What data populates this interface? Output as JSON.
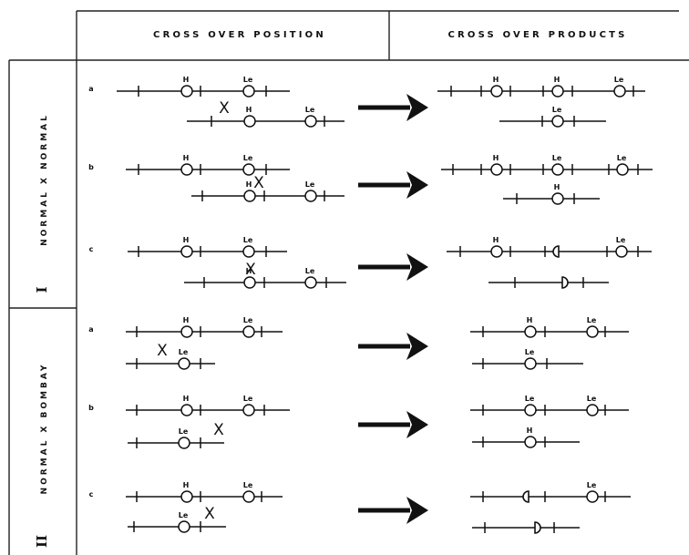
{
  "header": {
    "col1": "CROSS   OVER   POSITION",
    "col2": "CROSS   OVER   PRODUCTS"
  },
  "sections": [
    {
      "numeral": "I",
      "label": "NORMAL  X  NORMAL"
    },
    {
      "numeral": "II",
      "label": "NORMAL  X  BOMBAY"
    }
  ],
  "rows": [
    {
      "label": "a",
      "position": [
        {
          "loci": [
            {
              "text": "H",
              "shape": "circle"
            },
            {
              "text": "Le",
              "shape": "circle"
            }
          ]
        },
        {
          "cross": "X",
          "loci": [
            {
              "text": "H",
              "shape": "circle"
            },
            {
              "text": "Le",
              "shape": "circle"
            }
          ]
        }
      ],
      "products": [
        {
          "loci": [
            {
              "text": "H",
              "shape": "circle"
            },
            {
              "text": "H",
              "shape": "circle"
            },
            {
              "text": "Le",
              "shape": "circle"
            }
          ]
        },
        {
          "loci": [
            {
              "text": "Le",
              "shape": "circle"
            }
          ]
        }
      ]
    },
    {
      "label": "b",
      "position": [
        {
          "loci": [
            {
              "text": "H",
              "shape": "circle"
            },
            {
              "text": "Le",
              "shape": "circle"
            }
          ]
        },
        {
          "cross": "X",
          "loci": [
            {
              "text": "H",
              "shape": "circle"
            },
            {
              "text": "Le",
              "shape": "circle"
            }
          ]
        }
      ],
      "products": [
        {
          "loci": [
            {
              "text": "H",
              "shape": "circle"
            },
            {
              "text": "Le",
              "shape": "circle"
            },
            {
              "text": "Le",
              "shape": "circle"
            }
          ]
        },
        {
          "loci": [
            {
              "text": "H",
              "shape": "circle"
            }
          ]
        }
      ]
    },
    {
      "label": "c",
      "position": [
        {
          "loci": [
            {
              "text": "H",
              "shape": "circle"
            },
            {
              "text": "Le",
              "shape": "circle"
            }
          ]
        },
        {
          "cross": "X",
          "loci": [
            {
              "text": "H",
              "shape": "circle"
            },
            {
              "text": "Le",
              "shape": "circle"
            }
          ]
        }
      ],
      "products": [
        {
          "loci": [
            {
              "text": "H",
              "shape": "circle"
            },
            {
              "text": "",
              "shape": "half-left"
            },
            {
              "text": "Le",
              "shape": "circle"
            }
          ]
        },
        {
          "loci": [
            {
              "text": "",
              "shape": "half-right"
            }
          ]
        }
      ]
    },
    {
      "label": "a",
      "position": [
        {
          "loci": [
            {
              "text": "H",
              "shape": "circle"
            },
            {
              "text": "Le",
              "shape": "circle"
            }
          ]
        },
        {
          "cross": "X",
          "loci": [
            {
              "text": "Le",
              "shape": "circle"
            }
          ]
        }
      ],
      "products": [
        {
          "loci": [
            {
              "text": "H",
              "shape": "circle"
            },
            {
              "text": "Le",
              "shape": "circle"
            }
          ]
        },
        {
          "loci": [
            {
              "text": "Le",
              "shape": "circle"
            }
          ]
        }
      ]
    },
    {
      "label": "b",
      "position": [
        {
          "loci": [
            {
              "text": "H",
              "shape": "circle"
            },
            {
              "text": "Le",
              "shape": "circle"
            }
          ]
        },
        {
          "cross": "X",
          "loci": [
            {
              "text": "Le",
              "shape": "circle"
            }
          ]
        }
      ],
      "products": [
        {
          "loci": [
            {
              "text": "Le",
              "shape": "circle"
            },
            {
              "text": "Le",
              "shape": "circle"
            }
          ]
        },
        {
          "loci": [
            {
              "text": "H",
              "shape": "circle"
            }
          ]
        }
      ]
    },
    {
      "label": "c",
      "position": [
        {
          "loci": [
            {
              "text": "H",
              "shape": "circle"
            },
            {
              "text": "Le",
              "shape": "circle"
            }
          ]
        },
        {
          "cross": "X",
          "loci": [
            {
              "text": "Le",
              "shape": "circle"
            }
          ]
        }
      ],
      "products": [
        {
          "loci": [
            {
              "text": "",
              "shape": "half-left"
            },
            {
              "text": "Le",
              "shape": "circle"
            }
          ]
        },
        {
          "loci": [
            {
              "text": "",
              "shape": "half-right"
            }
          ]
        }
      ]
    }
  ]
}
